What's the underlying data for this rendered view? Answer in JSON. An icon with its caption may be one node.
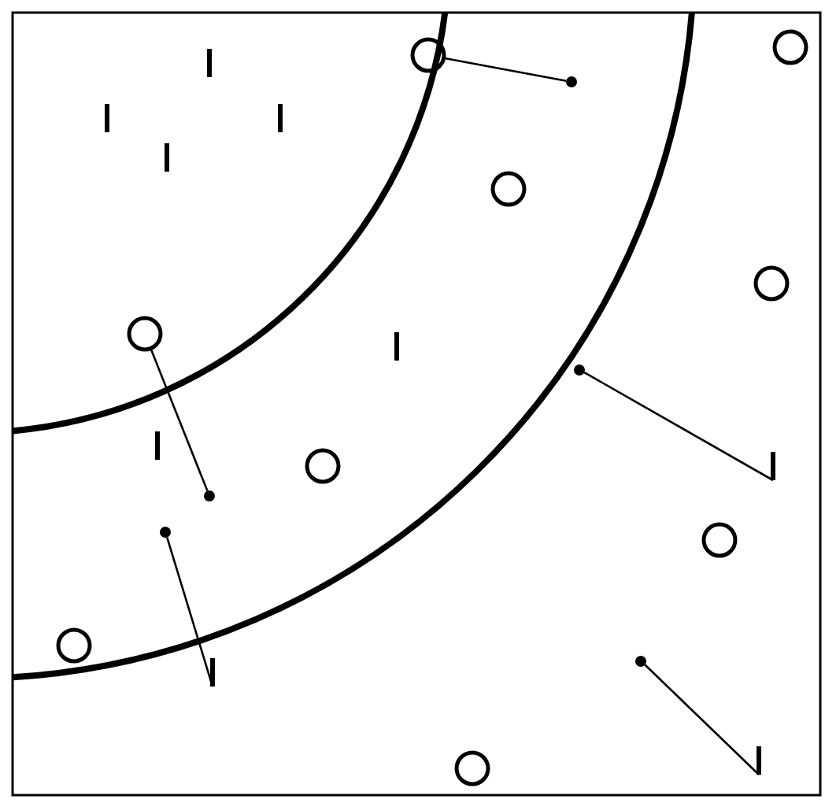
{
  "diagram": {
    "nodes": [
      {
        "text": [],
        "shape": "circle"
      },
      {
        "text": [],
        "shape": "circle"
      },
      {
        "text": [],
        "shape": "bar"
      },
      {
        "text": [],
        "shape": "dot"
      },
      {
        "text": [],
        "shape": "bar"
      },
      {
        "text": [],
        "shape": "bar"
      },
      {
        "text": [],
        "shape": "bar"
      },
      {
        "text": [],
        "shape": "circle"
      },
      {
        "text": [],
        "shape": "circle"
      },
      {
        "text": [],
        "shape": "circle"
      },
      {
        "text": [],
        "shape": "bar"
      },
      {
        "text": [],
        "shape": "dot"
      },
      {
        "text": [],
        "shape": "bar"
      },
      {
        "text": [],
        "shape": "bar"
      },
      {
        "text": [],
        "shape": "circle"
      },
      {
        "text": [],
        "shape": "dot"
      },
      {
        "text": [],
        "shape": "dot"
      },
      {
        "text": [],
        "shape": "circle"
      },
      {
        "text": [],
        "shape": "circle"
      },
      {
        "text": [],
        "shape": "dot"
      },
      {
        "text": [],
        "shape": "bar"
      },
      {
        "text": [],
        "shape": "circle"
      },
      {
        "text": [],
        "shape": "bar"
      }
    ],
    "edges": [
      {
        "from": 3,
        "to": 1,
        "arrow": "none"
      },
      {
        "from": 15,
        "to": 9,
        "arrow": "none"
      },
      {
        "from": 11,
        "to": 13,
        "arrow": "none"
      },
      {
        "from": 16,
        "to": 20,
        "arrow": "none"
      },
      {
        "from": 19,
        "to": 22,
        "arrow": "none"
      }
    ]
  }
}
